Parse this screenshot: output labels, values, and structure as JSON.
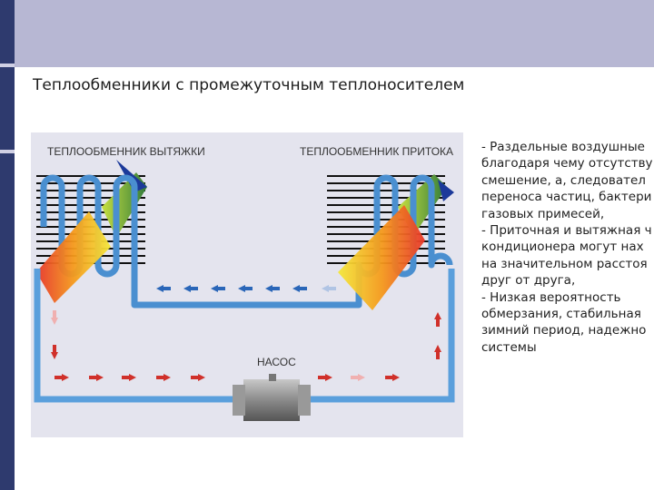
{
  "slide": {
    "title": "Теплообменники с промежуточным теплоносителем"
  },
  "diagram": {
    "label_exhaust": "ТЕПЛООБМЕННИК ВЫТЯЖКИ",
    "label_supply": "ТЕПЛООБМЕННИК ПРИТОКА",
    "label_pump": "НАСОС"
  },
  "text_lines": [
    "- Раздельные воздушные",
    "благодаря чему отсутству",
    "смешение, а, следовател",
    "переноса частиц, бактери",
    "газовых примесей,",
    "- Приточная и вытяжная ч",
    "кондиционера могут нах",
    "на значительном расстоя",
    "друг от друга,",
    "- Низкая вероятность",
    "обмерзания, стабильная",
    "зимний период, надежно",
    "системы"
  ],
  "colors": {
    "pipe": "#5a9fdc",
    "coil": "#4a8fd0",
    "arrow_hot": "#d0302a",
    "arrow_cold": "#2a66b8"
  }
}
